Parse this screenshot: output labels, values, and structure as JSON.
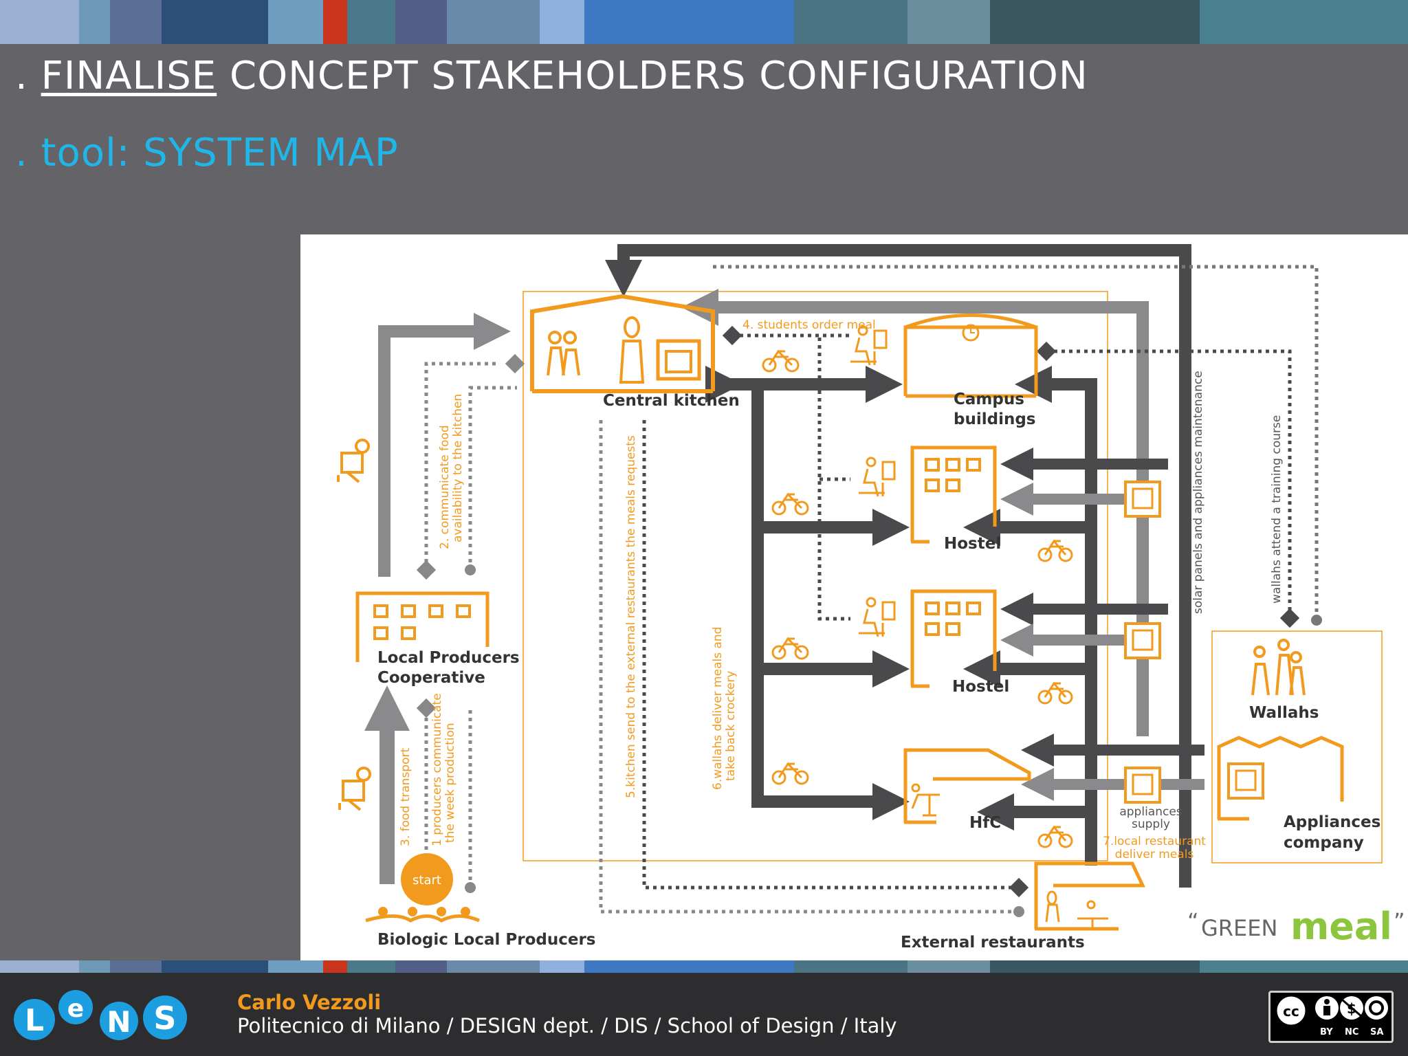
{
  "header": {
    "title_prefix": ". ",
    "title_underlined": "FINALISE",
    "title_rest": " CONCEPT STAKEHOLDERS CONFIGURATION",
    "subtitle": ". tool: SYSTEM MAP"
  },
  "colors": {
    "orange": "#f29a1e",
    "dark": "#4a4a4d",
    "gray": "#8a8a8c",
    "cyan": "#1fb7ea",
    "green": "#8cc63f"
  },
  "diagram": {
    "nodes": {
      "central_kitchen": "Central kitchen",
      "campus_1": "Campus",
      "campus_2": "buildings",
      "hostel_1": "Hostel",
      "hostel_2": "Hostel",
      "hfc": "HfC",
      "lpc_1": "Local Producers",
      "lpc_2": "Cooperative",
      "blp": "Biologic Local Producers",
      "external": "External restaurants",
      "wallahs": "Wallahs",
      "appliances_1": "Appliances",
      "appliances_2": "company",
      "start": "start"
    },
    "flows": {
      "f1a": "1 producers communicate",
      "f1b": "the week production",
      "f2a": "2. communicate food",
      "f2b": "availability to the kitchen",
      "f3": "3. food transport",
      "f4": "4. students order meal",
      "f5": "5.kitchen send to the external restaurants the meals requests",
      "f6a": "6.wallahs deliver meals and",
      "f6b": "take back crockery",
      "f7a": "7.local restaurant",
      "f7b": "deliver meals",
      "supply_a": "appliances",
      "supply_b": "supply",
      "solar": "solar panels and appliances maintenance",
      "training": "wallahs attend a training course"
    },
    "brand": {
      "quote_open": "“",
      "green": "GREEN",
      "meal": "meal",
      "quote_close": "”"
    }
  },
  "footer": {
    "logo_letters": [
      "L",
      "e",
      "N",
      "S"
    ],
    "author": "Carlo Vezzoli",
    "affiliation": "Politecnico di Milano / DESIGN dept. / DIS / School of Design / Italy",
    "license": [
      "BY",
      "NC",
      "SA"
    ]
  }
}
